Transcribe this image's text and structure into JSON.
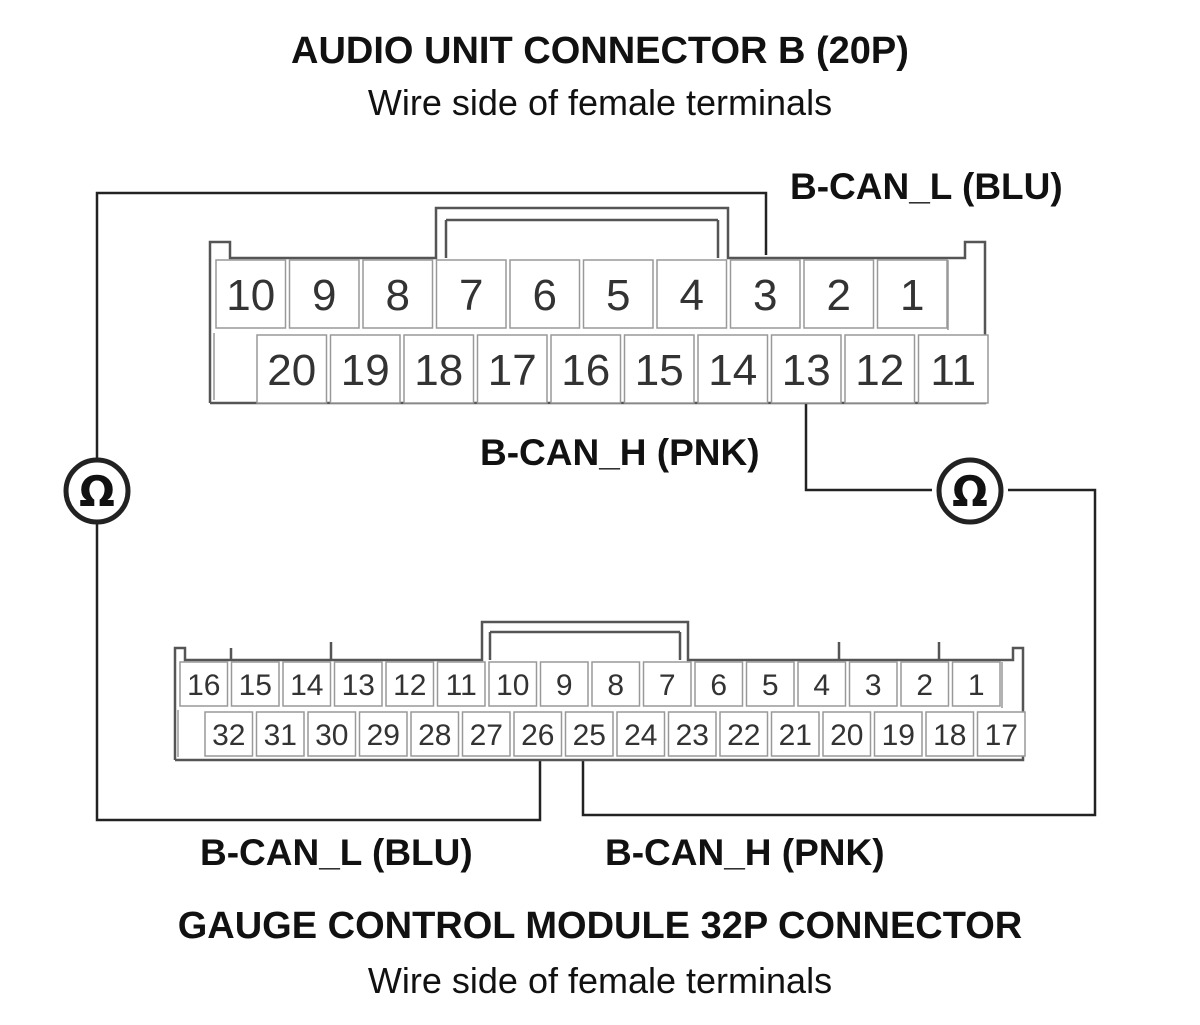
{
  "top_connector": {
    "title": "AUDIO UNIT CONNECTOR B (20P)",
    "subtitle": "Wire side of female terminals",
    "row1": [
      "10",
      "9",
      "8",
      "7",
      "6",
      "5",
      "4",
      "3",
      "2",
      "1"
    ],
    "row2": [
      "20",
      "19",
      "18",
      "17",
      "16",
      "15",
      "14",
      "13",
      "12",
      "11"
    ],
    "label_can_l": "B-CAN_L (BLU)",
    "label_can_h": "B-CAN_H (PNK)"
  },
  "bottom_connector": {
    "title": "GAUGE CONTROL MODULE 32P CONNECTOR",
    "subtitle": "Wire side of female terminals",
    "row1": [
      "16",
      "15",
      "14",
      "13",
      "12",
      "11",
      "10",
      "9",
      "8",
      "7",
      "6",
      "5",
      "4",
      "3",
      "2",
      "1"
    ],
    "row2": [
      "32",
      "31",
      "30",
      "29",
      "28",
      "27",
      "26",
      "25",
      "24",
      "23",
      "22",
      "21",
      "20",
      "19",
      "18",
      "17"
    ],
    "label_can_l": "B-CAN_L (BLU)",
    "label_can_h": "B-CAN_H (PNK)"
  },
  "ohmmeter_symbol": "Ω"
}
